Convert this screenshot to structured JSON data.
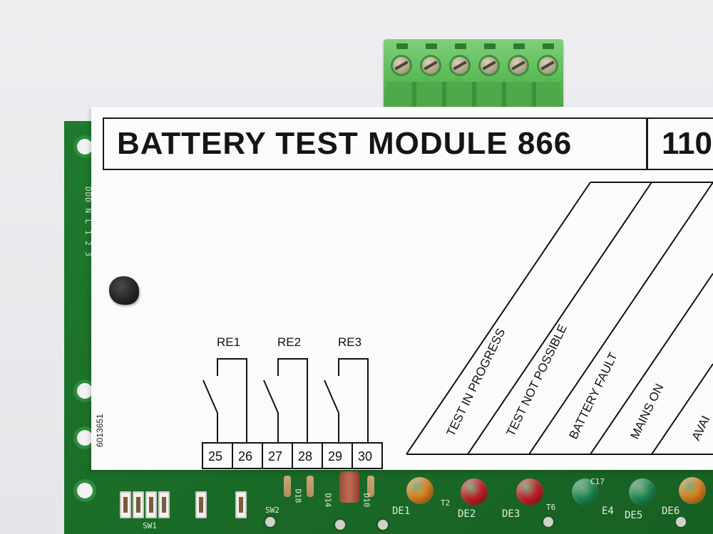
{
  "module": {
    "title": "BATTERY TEST MODULE 866",
    "title_right": "110",
    "serial": "6013651"
  },
  "relays": [
    {
      "label": "RE1",
      "terminals": [
        "25",
        "26"
      ]
    },
    {
      "label": "RE2",
      "terminals": [
        "27",
        "28"
      ]
    },
    {
      "label": "RE3",
      "terminals": [
        "29",
        "30"
      ]
    }
  ],
  "indicators": [
    {
      "label": "TEST IN PROGRESS",
      "led_color": "#e58a1f"
    },
    {
      "label": "TEST NOT POSSIBLE",
      "led_color": "#c9232a"
    },
    {
      "label": "BATTERY FAULT",
      "led_color": "#c9232a"
    },
    {
      "label": "MAINS ON",
      "led_color": "#1f8f55"
    },
    {
      "label": "AVAI",
      "led_color": "#1f8f55"
    }
  ],
  "pcb": {
    "silkscreen_left": "DDD  N  L  1 2 3",
    "bottom_codes": [
      "SW2",
      "D18",
      "D14",
      "D10",
      "DE1",
      "DE2",
      "DE3",
      "T6",
      "E4",
      "DE5",
      "DE6",
      "C17",
      "T2",
      "SW1"
    ]
  }
}
